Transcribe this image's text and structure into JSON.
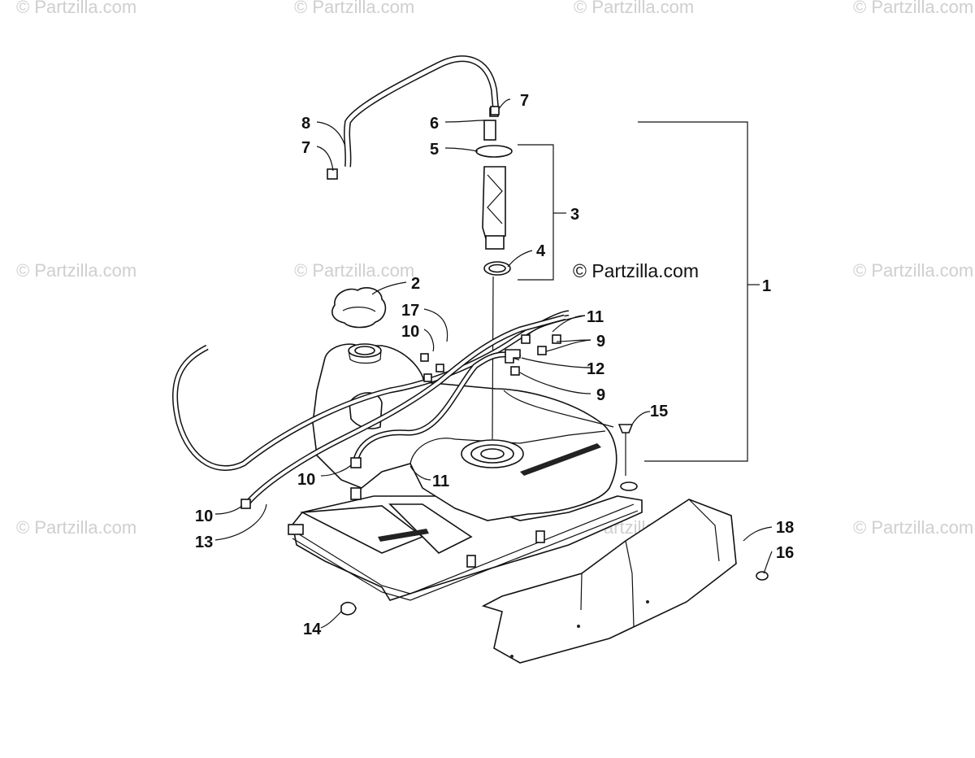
{
  "watermark_text": "© Partzilla.com",
  "copyright_label": "© Partzilla.com",
  "callouts": [
    "1",
    "2",
    "3",
    "4",
    "5",
    "6",
    "7",
    "7",
    "8",
    "9",
    "9",
    "10",
    "10",
    "10",
    "11",
    "11",
    "12",
    "13",
    "14",
    "15",
    "16",
    "17",
    "18"
  ],
  "colors": {
    "line": "#111111",
    "watermark": "#cfcfcf",
    "background": "#ffffff"
  }
}
